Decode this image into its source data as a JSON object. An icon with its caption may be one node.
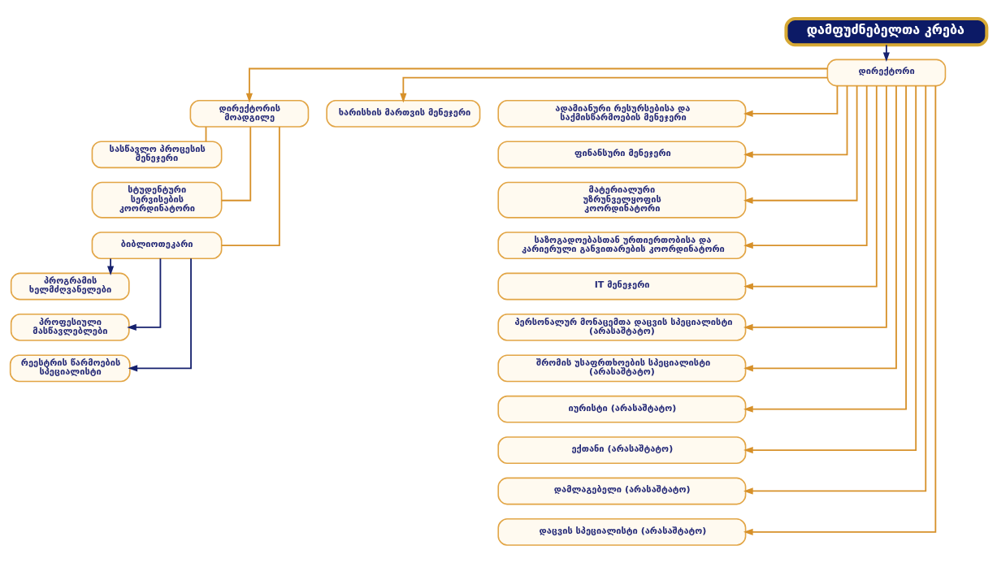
{
  "diagram": {
    "nodes": [
      {
        "text": [
          "დამფუძნებელთა კრება"
        ]
      },
      {
        "text": [
          "დირექტორი"
        ]
      },
      {
        "text": [
          "დირექტორის მოადგილე"
        ]
      },
      {
        "text": [
          "ხარისხის მართვის მენეჯერი"
        ]
      },
      {
        "text": [
          "სასწავლო პროცესის მენეჯერი"
        ]
      },
      {
        "text": [
          "სტუდენტური სერვისების კოორდინატორი"
        ]
      },
      {
        "text": [
          "ბიბლიოთეკარი"
        ]
      },
      {
        "text": [
          "პროგრამის ხელმძღვანელები"
        ]
      },
      {
        "text": [
          "პროფესიული მასწავლებლები"
        ]
      },
      {
        "text": [
          "რეესტრის წარმოების სპეციალისტი"
        ]
      },
      {
        "text": [
          "ადამიანური რესურსებისა და საქმისწარმოების მენეჯერი"
        ]
      },
      {
        "text": [
          "ფინანსური მენეჯერი"
        ]
      },
      {
        "text": [
          "მატერიალური უზრუნველყოფის კოორდინატორი"
        ]
      },
      {
        "text": [
          "საზოგადოებასთან ურთიერთობისა და კარიერული განვითარების კოორდინატორი"
        ]
      },
      {
        "text": [
          "IT მენეჯერი"
        ]
      },
      {
        "text": [
          "პერსონალურ მონაცემთა დაცვის სპეციალისტი (არასაშტატო)"
        ]
      },
      {
        "text": [
          "შრომის უსაფრთხოების სპეციალისტი (არასაშტატო)"
        ]
      },
      {
        "text": [
          "იურისტი (არასაშტატო)"
        ]
      },
      {
        "text": [
          "ექთანი (არასაშტატო)"
        ]
      },
      {
        "text": [
          "დამლაგებელი (არასაშტატო)"
        ]
      },
      {
        "text": [
          "დაცვის სპეციალისტი (არასაშტატო)"
        ]
      }
    ],
    "edges": [
      {
        "from": 0,
        "to": 1,
        "arrow": "to",
        "color": "#16216e"
      },
      {
        "from": 1,
        "to": 2,
        "arrow": "to"
      },
      {
        "from": 1,
        "to": 3,
        "arrow": "to"
      },
      {
        "from": 1,
        "to": 10,
        "arrow": "to"
      },
      {
        "from": 1,
        "to": 11,
        "arrow": "to"
      },
      {
        "from": 1,
        "to": 12,
        "arrow": "to"
      },
      {
        "from": 1,
        "to": 13,
        "arrow": "to"
      },
      {
        "from": 1,
        "to": 14,
        "arrow": "to"
      },
      {
        "from": 1,
        "to": 15,
        "arrow": "to"
      },
      {
        "from": 1,
        "to": 16,
        "arrow": "to"
      },
      {
        "from": 1,
        "to": 17,
        "arrow": "to"
      },
      {
        "from": 1,
        "to": 18,
        "arrow": "to"
      },
      {
        "from": 1,
        "to": 19,
        "arrow": "to"
      },
      {
        "from": 1,
        "to": 20,
        "arrow": "to"
      },
      {
        "from": 2,
        "to": 4,
        "arrow": "none"
      },
      {
        "from": 2,
        "to": 5,
        "arrow": "none"
      },
      {
        "from": 2,
        "to": 6,
        "arrow": "none"
      },
      {
        "from": 6,
        "to": 7,
        "arrow": "to",
        "color": "#16216e"
      },
      {
        "from": 6,
        "to": 8,
        "arrow": "to",
        "color": "#16216e"
      },
      {
        "from": 6,
        "to": 9,
        "arrow": "to",
        "color": "#16216e"
      }
    ]
  }
}
